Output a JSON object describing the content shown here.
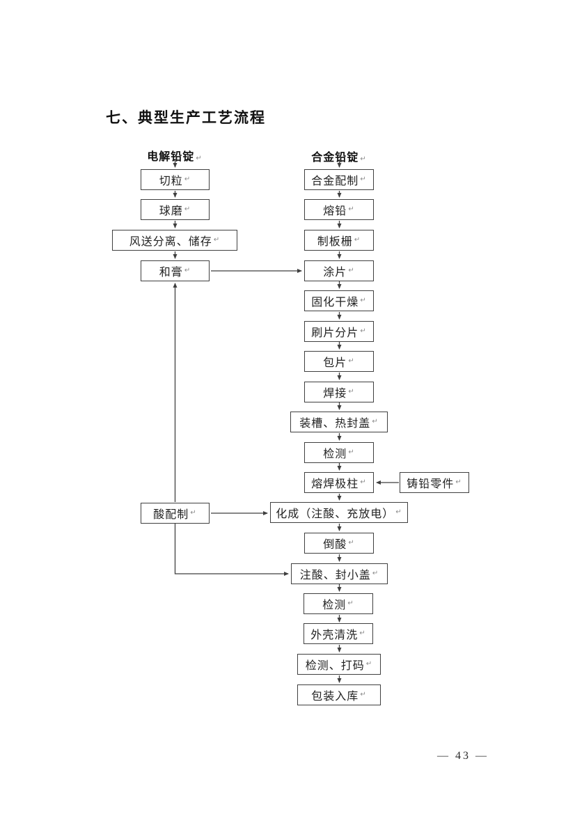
{
  "title": "七、典型生产工艺流程",
  "flowchart": {
    "return_mark": "↵",
    "columns": {
      "left_header": "电解铅锭",
      "right_header": "合金铅锭"
    },
    "left_nodes": [
      {
        "label": "切粒"
      },
      {
        "label": "球磨"
      },
      {
        "label": "风送分离、储存"
      },
      {
        "label": "和膏"
      },
      {
        "label": "酸配制"
      }
    ],
    "right_nodes": [
      {
        "label": "合金配制"
      },
      {
        "label": "熔铅"
      },
      {
        "label": "制板栅"
      },
      {
        "label": "涂片"
      },
      {
        "label": "固化干燥"
      },
      {
        "label": "刷片分片"
      },
      {
        "label": "包片"
      },
      {
        "label": "焊接"
      },
      {
        "label": "装槽、热封盖"
      },
      {
        "label": "检测"
      },
      {
        "label": "熔焊极柱"
      },
      {
        "label": "化成（注酸、充放电）"
      },
      {
        "label": "倒酸"
      },
      {
        "label": "注酸、封小盖"
      },
      {
        "label": "检测"
      },
      {
        "label": "外壳清洗"
      },
      {
        "label": "检测、打码"
      },
      {
        "label": "包装入库"
      }
    ],
    "side_node": {
      "label": "铸铅零件"
    }
  },
  "footer": {
    "page_number": "— 43 —"
  },
  "colors": {
    "line": "#3f3f3f",
    "text": "#222222",
    "mark": "#8a8a8a"
  }
}
